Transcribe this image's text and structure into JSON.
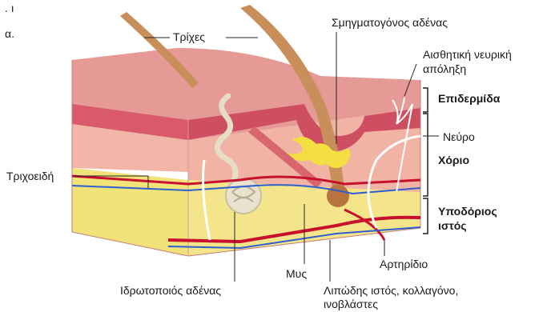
{
  "corner": {
    "mark": ". ı",
    "letter": "α."
  },
  "labels": {
    "hairs": "Τρίχες",
    "sebaceous_gland": "Σμηγματογόνος αδένας",
    "sensory_nerve_ending_line1": "Αισθητική νευρική",
    "sensory_nerve_ending_line2": "απόληξη",
    "epidermis": "Επιδερμίδα",
    "nerve": "Νεύρο",
    "dermis": "Χόριο",
    "subcutaneous_line1": "Υποδόριος",
    "subcutaneous_line2": "ιστός",
    "capillaries": "Τριχοειδή",
    "sweat_gland": "Ιδρωτοποιός αδένας",
    "muscle": "Μυς",
    "arteriole": "Αρτηρίδιο",
    "adipose_line1": "Λιπώδης ιστός, κολλαγόνο,",
    "adipose_line2": "ινοβλάστες"
  },
  "colors": {
    "epidermis_top": "#e9a3a0",
    "dermis": "#f2b6a9",
    "fat": "#f2e27a",
    "hair": "#c98f5b",
    "artery": "#c8102e",
    "vein": "#2d5fd0",
    "nerve": "#ffffff"
  }
}
